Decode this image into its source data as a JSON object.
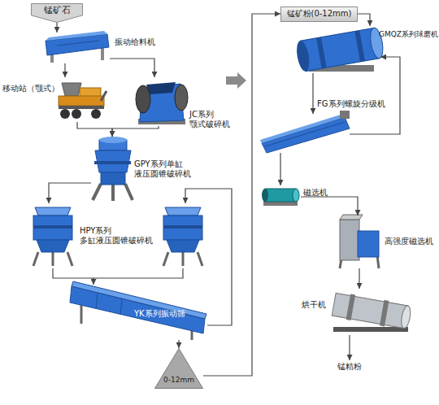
{
  "diagram": {
    "nodes": [
      {
        "text": [
          "锰矿石"
        ]
      },
      {
        "text": [
          "振动给料机"
        ]
      },
      {
        "text": [
          "移动站（颚式）"
        ]
      },
      {
        "text": [
          "JC系列 颚式破碎机"
        ]
      },
      {
        "text": [
          "GPY系列单缸 液压圆锥破碎机"
        ]
      },
      {
        "text": [
          "HPY系列 多缸液压圆锥破碎机"
        ]
      },
      {
        "text": [
          "YK系列振动筛"
        ]
      },
      {
        "text": [
          "0-12mm"
        ]
      },
      {
        "text": [
          "锰矿粉(0-12mm)"
        ]
      },
      {
        "text": [
          "GMQZ系列球磨机"
        ]
      },
      {
        "text": [
          "FG系列螺旋分级机"
        ]
      },
      {
        "text": [
          "磁选机"
        ]
      },
      {
        "text": [
          "高强度磁选机"
        ]
      },
      {
        "text": [
          "烘干机"
        ]
      },
      {
        "text": [
          "锰精粉"
        ]
      }
    ],
    "edges": [
      {
        "from": 0,
        "to": 1,
        "arrow": "to"
      },
      {
        "from": 1,
        "to": 2,
        "arrow": "to"
      },
      {
        "from": 1,
        "to": 3,
        "arrow": "to"
      },
      {
        "from": 2,
        "to": 4,
        "arrow": "to"
      },
      {
        "from": 3,
        "to": 4,
        "arrow": "to"
      },
      {
        "from": 4,
        "to": 5,
        "arrow": "to"
      },
      {
        "from": 5,
        "to": 6,
        "arrow": "to"
      },
      {
        "from": 6,
        "to": 5,
        "arrow": "to"
      },
      {
        "from": 6,
        "to": 7,
        "arrow": "to"
      },
      {
        "from": 7,
        "to": 8,
        "arrow": "to"
      },
      {
        "from": 8,
        "to": 9,
        "arrow": "to"
      },
      {
        "from": 9,
        "to": 10,
        "arrow": "to"
      },
      {
        "from": 10,
        "to": 9,
        "arrow": "to"
      },
      {
        "from": 10,
        "to": 11,
        "arrow": "to"
      },
      {
        "from": 11,
        "to": 12,
        "arrow": "to"
      },
      {
        "from": 12,
        "to": 13,
        "arrow": "to"
      },
      {
        "from": 13,
        "to": 14,
        "arrow": "to"
      }
    ]
  }
}
